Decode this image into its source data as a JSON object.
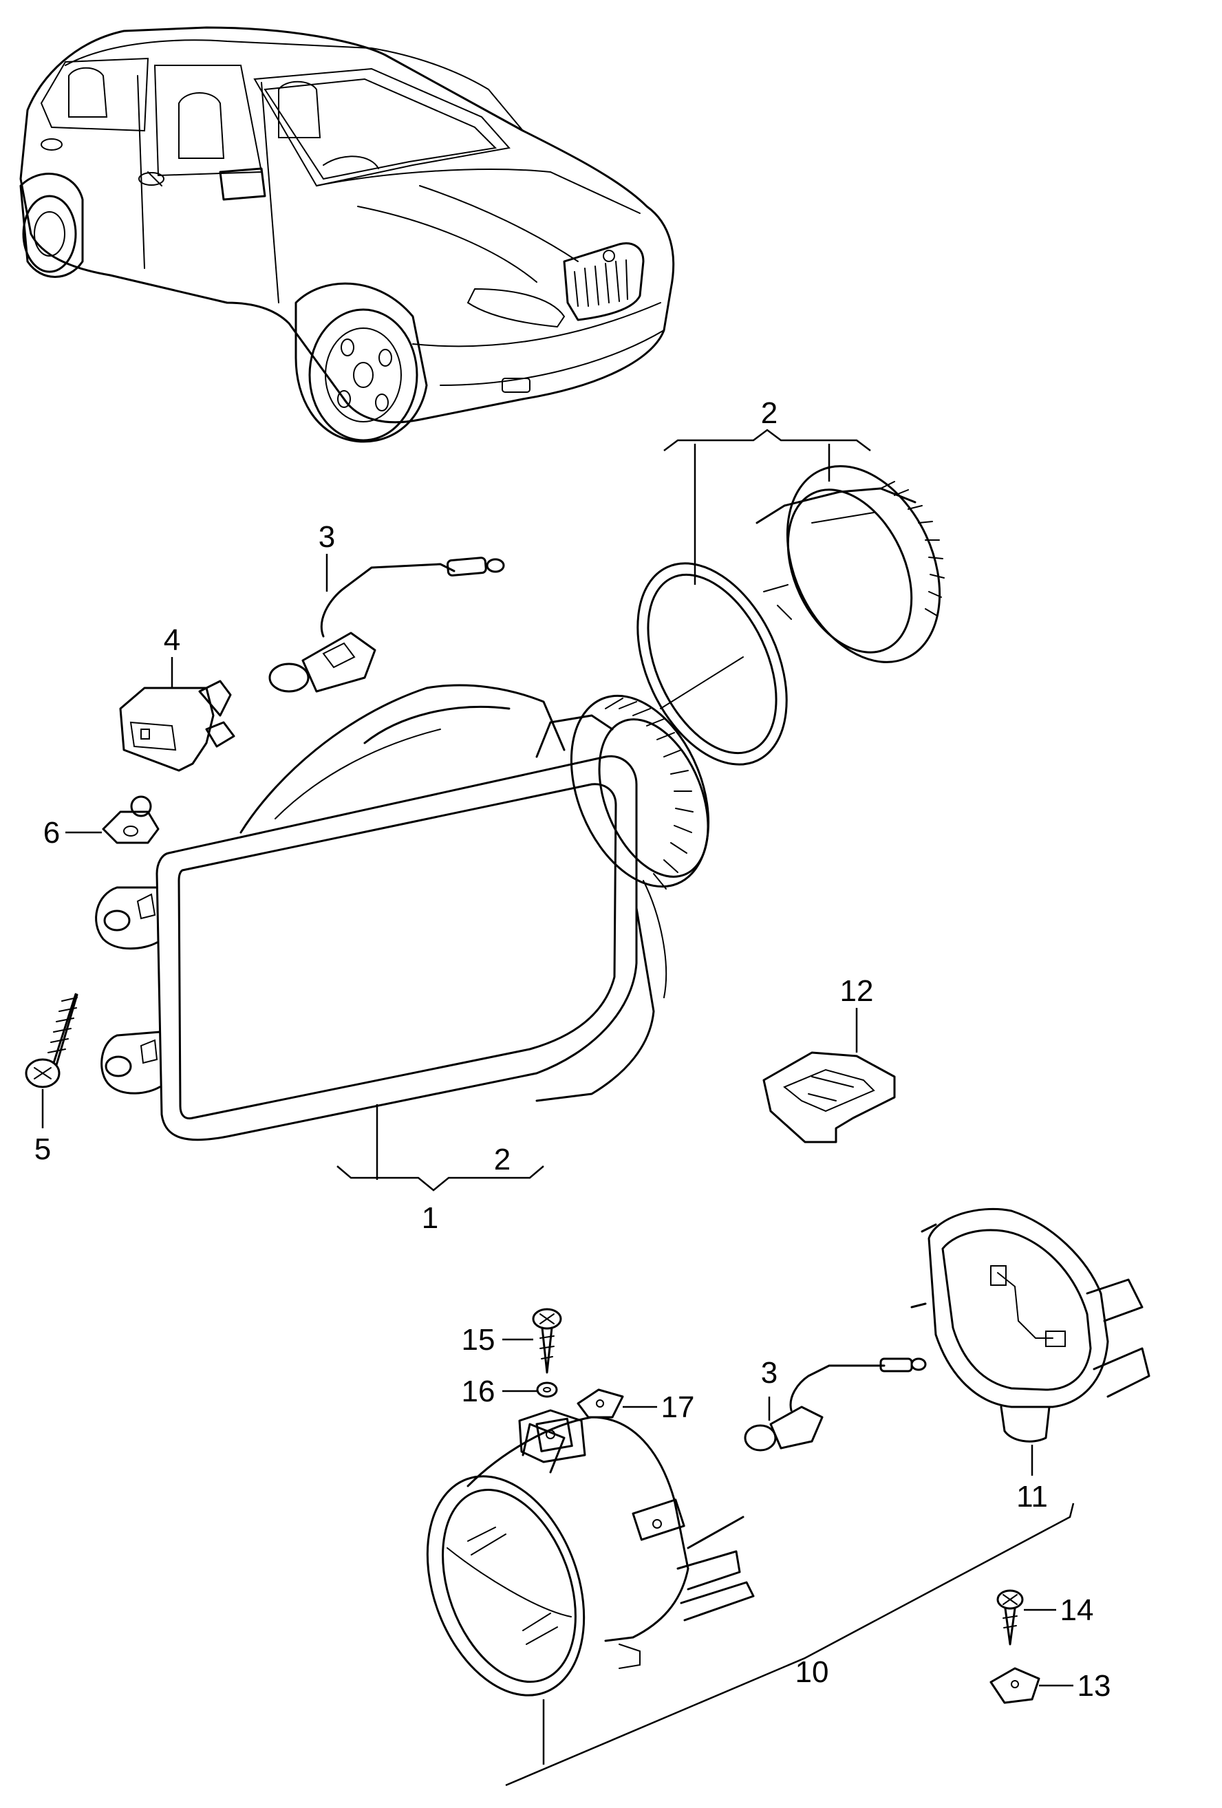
{
  "diagram": {
    "callouts": {
      "c1": "1",
      "c2a": "2",
      "c2b": "2",
      "c3a": "3",
      "c3b": "3",
      "c4": "4",
      "c5": "5",
      "c6": "6",
      "c10": "10",
      "c11": "11",
      "c12": "12",
      "c13": "13",
      "c14": "14",
      "c15": "15",
      "c16": "16",
      "c17": "17"
    }
  }
}
